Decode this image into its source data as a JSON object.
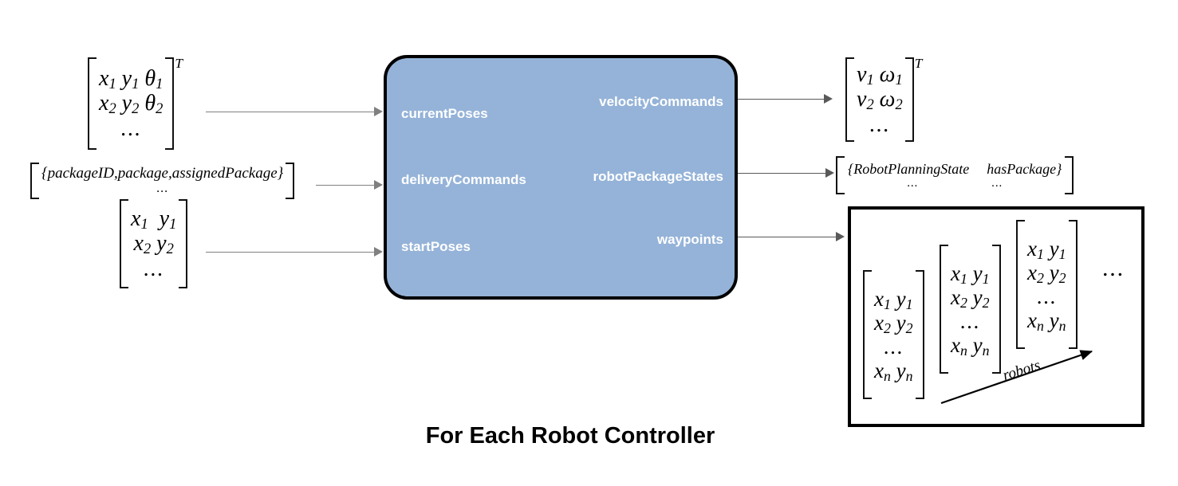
{
  "diagram": {
    "caption": "For Each Robot Controller",
    "block": {
      "name": "For Each Robot Controller",
      "fill_color": "#95b3d8",
      "border_color": "#000000",
      "label_color": "#ffffff",
      "inputs": [
        {
          "label": "currentPoses"
        },
        {
          "label": "deliveryCommands"
        },
        {
          "label": "startPoses"
        }
      ],
      "outputs": [
        {
          "label": "velocityCommands"
        },
        {
          "label": "robotPackageStates"
        },
        {
          "label": "waypoints"
        }
      ]
    },
    "connector_color": "#808080",
    "inputs_data": {
      "current_poses": {
        "rows": [
          {
            "cells": [
              "x",
              "y",
              "θ"
            ],
            "subs": [
              "1",
              "1",
              "1"
            ]
          },
          {
            "cells": [
              "x",
              "y",
              "θ"
            ],
            "subs": [
              "2",
              "2",
              "2"
            ]
          }
        ],
        "ellipsis": "...",
        "transpose": "T"
      },
      "delivery_commands": {
        "text": "{packageID,package,assignedPackage}",
        "ellipsis": "..."
      },
      "start_poses": {
        "rows": [
          {
            "cells": [
              "x",
              "y"
            ],
            "subs": [
              "1",
              "1"
            ]
          },
          {
            "cells": [
              "x",
              "y"
            ],
            "subs": [
              "2",
              "2"
            ]
          }
        ],
        "ellipsis": "..."
      }
    },
    "outputs_data": {
      "velocity_commands": {
        "rows": [
          {
            "cells": [
              "v",
              "ω"
            ],
            "subs": [
              "1",
              "1"
            ]
          },
          {
            "cells": [
              "v",
              "ω"
            ],
            "subs": [
              "2",
              "2"
            ]
          }
        ],
        "ellipsis": "...",
        "transpose": "T"
      },
      "robot_package_states": {
        "field_1": "{RobotPlanningState",
        "field_2": "hasPackage}",
        "ellipsis_1": "...",
        "ellipsis_2": "..."
      },
      "waypoints": {
        "axis_label": "robots",
        "trailing_ellipsis": "...",
        "matrices": [
          {
            "rows": [
              {
                "cells": [
                  "x",
                  "y"
                ],
                "subs": [
                  "1",
                  "1"
                ]
              },
              {
                "cells": [
                  "x",
                  "y"
                ],
                "subs": [
                  "2",
                  "2"
                ]
              },
              {
                "cells": [
                  "...",
                  ""
                ],
                "subs": [
                  "",
                  ""
                ]
              },
              {
                "cells": [
                  "x",
                  "y"
                ],
                "subs": [
                  "n",
                  "n"
                ]
              }
            ]
          },
          {
            "rows": [
              {
                "cells": [
                  "x",
                  "y"
                ],
                "subs": [
                  "1",
                  "1"
                ]
              },
              {
                "cells": [
                  "x",
                  "y"
                ],
                "subs": [
                  "2",
                  "2"
                ]
              },
              {
                "cells": [
                  "...",
                  ""
                ],
                "subs": [
                  "",
                  ""
                ]
              },
              {
                "cells": [
                  "x",
                  "y"
                ],
                "subs": [
                  "n",
                  "n"
                ]
              }
            ]
          },
          {
            "rows": [
              {
                "cells": [
                  "x",
                  "y"
                ],
                "subs": [
                  "1",
                  "1"
                ]
              },
              {
                "cells": [
                  "x",
                  "y"
                ],
                "subs": [
                  "2",
                  "2"
                ]
              },
              {
                "cells": [
                  "...",
                  ""
                ],
                "subs": [
                  "",
                  ""
                ]
              },
              {
                "cells": [
                  "x",
                  "y"
                ],
                "subs": [
                  "n",
                  "n"
                ]
              }
            ]
          }
        ]
      }
    }
  }
}
